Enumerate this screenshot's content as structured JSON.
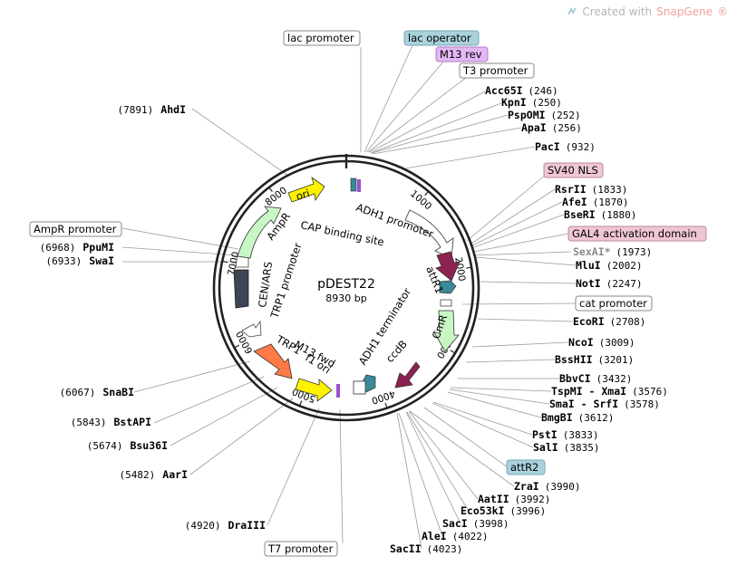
{
  "branding": {
    "prefix": "Created with ",
    "product": "SnapGene",
    "suffix": "®",
    "icon": "snapgene-logo-icon"
  },
  "plasmid": {
    "name": "pDEST22",
    "size_label": "8930 bp",
    "length_bp": 8930
  },
  "ticks": [
    {
      "label": "1000",
      "pos": 1000
    },
    {
      "label": "2000",
      "pos": 2000
    },
    {
      "label": "3000",
      "pos": 3000
    },
    {
      "label": "4000",
      "pos": 4000
    },
    {
      "label": "5000",
      "pos": 5000
    },
    {
      "label": "6000",
      "pos": 6000
    },
    {
      "label": "7000",
      "pos": 7000
    },
    {
      "label": "8000",
      "pos": 8000
    }
  ],
  "sites_right": [
    {
      "name": "Acc65I",
      "pos": "(246)"
    },
    {
      "name": "KpnI",
      "pos": "(250)"
    },
    {
      "name": "PspOMI",
      "pos": "(252)"
    },
    {
      "name": "ApaI",
      "pos": "(256)"
    },
    {
      "name": "PacI",
      "pos": "(932)"
    },
    {
      "name": "RsrII",
      "pos": "(1833)"
    },
    {
      "name": "AfeI",
      "pos": "(1870)"
    },
    {
      "name": "BseRI",
      "pos": "(1880)"
    },
    {
      "name": "SexAI*",
      "pos": "(1973)",
      "muted": true
    },
    {
      "name": "MluI",
      "pos": "(2002)"
    },
    {
      "name": "NotI",
      "pos": "(2247)"
    },
    {
      "name": "EcoRI",
      "pos": "(2708)"
    },
    {
      "name": "NcoI",
      "pos": "(3009)"
    },
    {
      "name": "BssHII",
      "pos": "(3201)"
    },
    {
      "name": "BbvCI",
      "pos": "(3432)"
    },
    {
      "name": "TspMI - XmaI",
      "pos": "(3576)"
    },
    {
      "name": "SmaI - SrfI",
      "pos": "(3578)"
    },
    {
      "name": "BmgBI",
      "pos": "(3612)"
    },
    {
      "name": "PstI",
      "pos": "(3833)"
    },
    {
      "name": "SalI",
      "pos": "(3835)"
    },
    {
      "name": "ZraI",
      "pos": "(3990)"
    },
    {
      "name": "AatII",
      "pos": "(3992)"
    },
    {
      "name": "Eco53kI",
      "pos": "(3996)"
    },
    {
      "name": "SacI",
      "pos": "(3998)"
    },
    {
      "name": "AleI",
      "pos": "(4022)"
    },
    {
      "name": "SacII",
      "pos": "(4023)"
    }
  ],
  "sites_left": [
    {
      "name": "AhdI",
      "pos": "(7891)"
    },
    {
      "name": "PpuMI",
      "pos": "(6968)"
    },
    {
      "name": "SwaI",
      "pos": "(6933)"
    },
    {
      "name": "SnaBI",
      "pos": "(6067)"
    },
    {
      "name": "BstAPI",
      "pos": "(5843)"
    },
    {
      "name": "Bsu36I",
      "pos": "(5674)"
    },
    {
      "name": "AarI",
      "pos": "(5482)"
    },
    {
      "name": "DraIII",
      "pos": "(4920)"
    }
  ],
  "boxed_labels": [
    {
      "key": "lac-promoter",
      "text": "lac promoter",
      "fill": "#ffffff",
      "stroke": "#888888"
    },
    {
      "key": "lac-operator",
      "text": "lac operator",
      "fill": "#a9d2dc",
      "stroke": "#7aa8b4"
    },
    {
      "key": "m13-rev",
      "text": "M13 rev",
      "fill": "#e3b6f4",
      "stroke": "#b57ec9"
    },
    {
      "key": "t3-promoter",
      "text": "T3 promoter",
      "fill": "#ffffff",
      "stroke": "#888888"
    },
    {
      "key": "sv40-nls",
      "text": "SV40 NLS",
      "fill": "#f0c6d6",
      "stroke": "#b98aa0"
    },
    {
      "key": "gal4-ad",
      "text": "GAL4 activation domain",
      "fill": "#f0c6d6",
      "stroke": "#b98aa0"
    },
    {
      "key": "cat-promoter",
      "text": "cat promoter",
      "fill": "#ffffff",
      "stroke": "#888888"
    },
    {
      "key": "attr2",
      "text": "attR2",
      "fill": "#a9d2dc",
      "stroke": "#7aa8b4"
    },
    {
      "key": "ampr-promoter",
      "text": "AmpR promoter",
      "fill": "#ffffff",
      "stroke": "#888888"
    },
    {
      "key": "t7-promoter",
      "text": "T7 promoter",
      "fill": "#ffffff",
      "stroke": "#888888"
    }
  ],
  "inner_labels": [
    {
      "key": "cap-binding-site",
      "text": "CAP binding site"
    },
    {
      "key": "adh1-promoter",
      "text": "ADH1 promoter"
    },
    {
      "key": "attr1",
      "text": "attR1"
    },
    {
      "key": "ori",
      "text": "ori"
    },
    {
      "key": "ampr",
      "text": "AmpR"
    },
    {
      "key": "trp1-promoter",
      "text": "TRP1 promoter"
    },
    {
      "key": "cen-ars",
      "text": "CEN/ARS"
    },
    {
      "key": "cmr",
      "text": "CmR"
    },
    {
      "key": "adh1-terminator",
      "text": "ADH1 terminator"
    },
    {
      "key": "ccdb",
      "text": "ccdB"
    },
    {
      "key": "m13-fwd",
      "text": "M13 fwd"
    },
    {
      "key": "f1-ori",
      "text": "f1 ori"
    },
    {
      "key": "trp1",
      "text": "TRP1"
    }
  ],
  "colors": {
    "backbone": "#222222",
    "ori": "#fff200",
    "ampr": "#c8f7c5",
    "cen_ars": "#3a4654",
    "trp1": "#ff7a45",
    "f1_ori": "#fff200",
    "cmr": "#c8f7c5",
    "ccdb": "#8b2252",
    "attr": "#3b8a99",
    "gal4": "#8b2252",
    "m13": "#9b4fd1"
  }
}
